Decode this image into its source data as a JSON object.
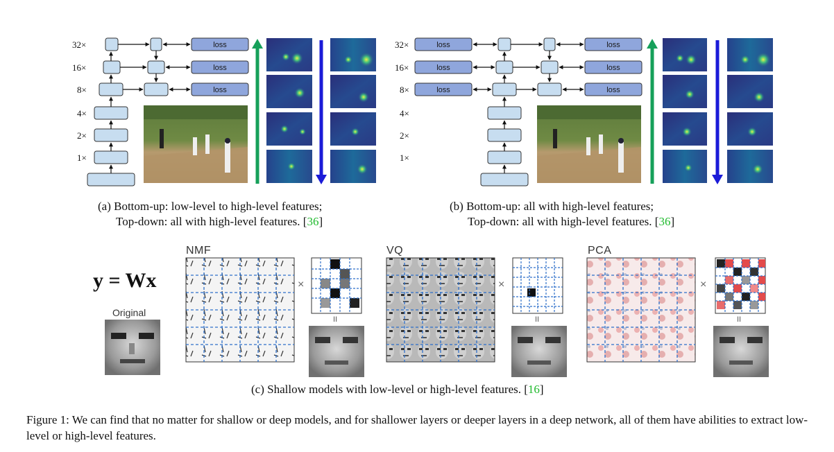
{
  "panel_a": {
    "scales": [
      "32×",
      "16×",
      "8×",
      "4×",
      "2×",
      "1×"
    ],
    "loss_labels": [
      "loss",
      "loss",
      "loss"
    ],
    "caption_line1": "(a) Bottom-up: low-level to high-level features;",
    "caption_line2": "Top-down: all with high-level features. [",
    "ref": "36",
    "caption_end": "]"
  },
  "panel_b": {
    "scales": [
      "32×",
      "16×",
      "8×",
      "4×",
      "2×",
      "1×"
    ],
    "loss_labels": [
      "loss",
      "loss",
      "loss",
      "loss",
      "loss",
      "loss"
    ],
    "caption_line1": "(b) Bottom-up: all with high-level features;",
    "caption_line2": "Top-down: all with high-level features. [",
    "ref": "36",
    "caption_end": "]"
  },
  "panel_c": {
    "equation": "y = Wx",
    "original_label": "Original",
    "methods": [
      "NMF",
      "VQ",
      "PCA"
    ],
    "times_symbol": "×",
    "equals_symbol": "II",
    "caption": "(c) Shallow models with low-level or high-level features. [",
    "ref": "16",
    "caption_end": "]"
  },
  "figure_caption": "Figure 1: We can find that no matter for shallow or deep models, and for shallower layers or deeper layers in a deep network, all of them have abilities to extract low-level or high-level features.",
  "colors": {
    "box_light": "#c7ddf0",
    "box_loss": "#8fa6dc",
    "arrow_up": "#16a05a",
    "arrow_down": "#1b1bd8",
    "ref_green": "#1fba2d",
    "heatmap_bg": "#2b3f8a",
    "grid_line": "#2d6fc9"
  },
  "icons": {
    "heatmap": "feature-heatmap-image",
    "photo": "baseball-photo",
    "face": "face-image"
  }
}
